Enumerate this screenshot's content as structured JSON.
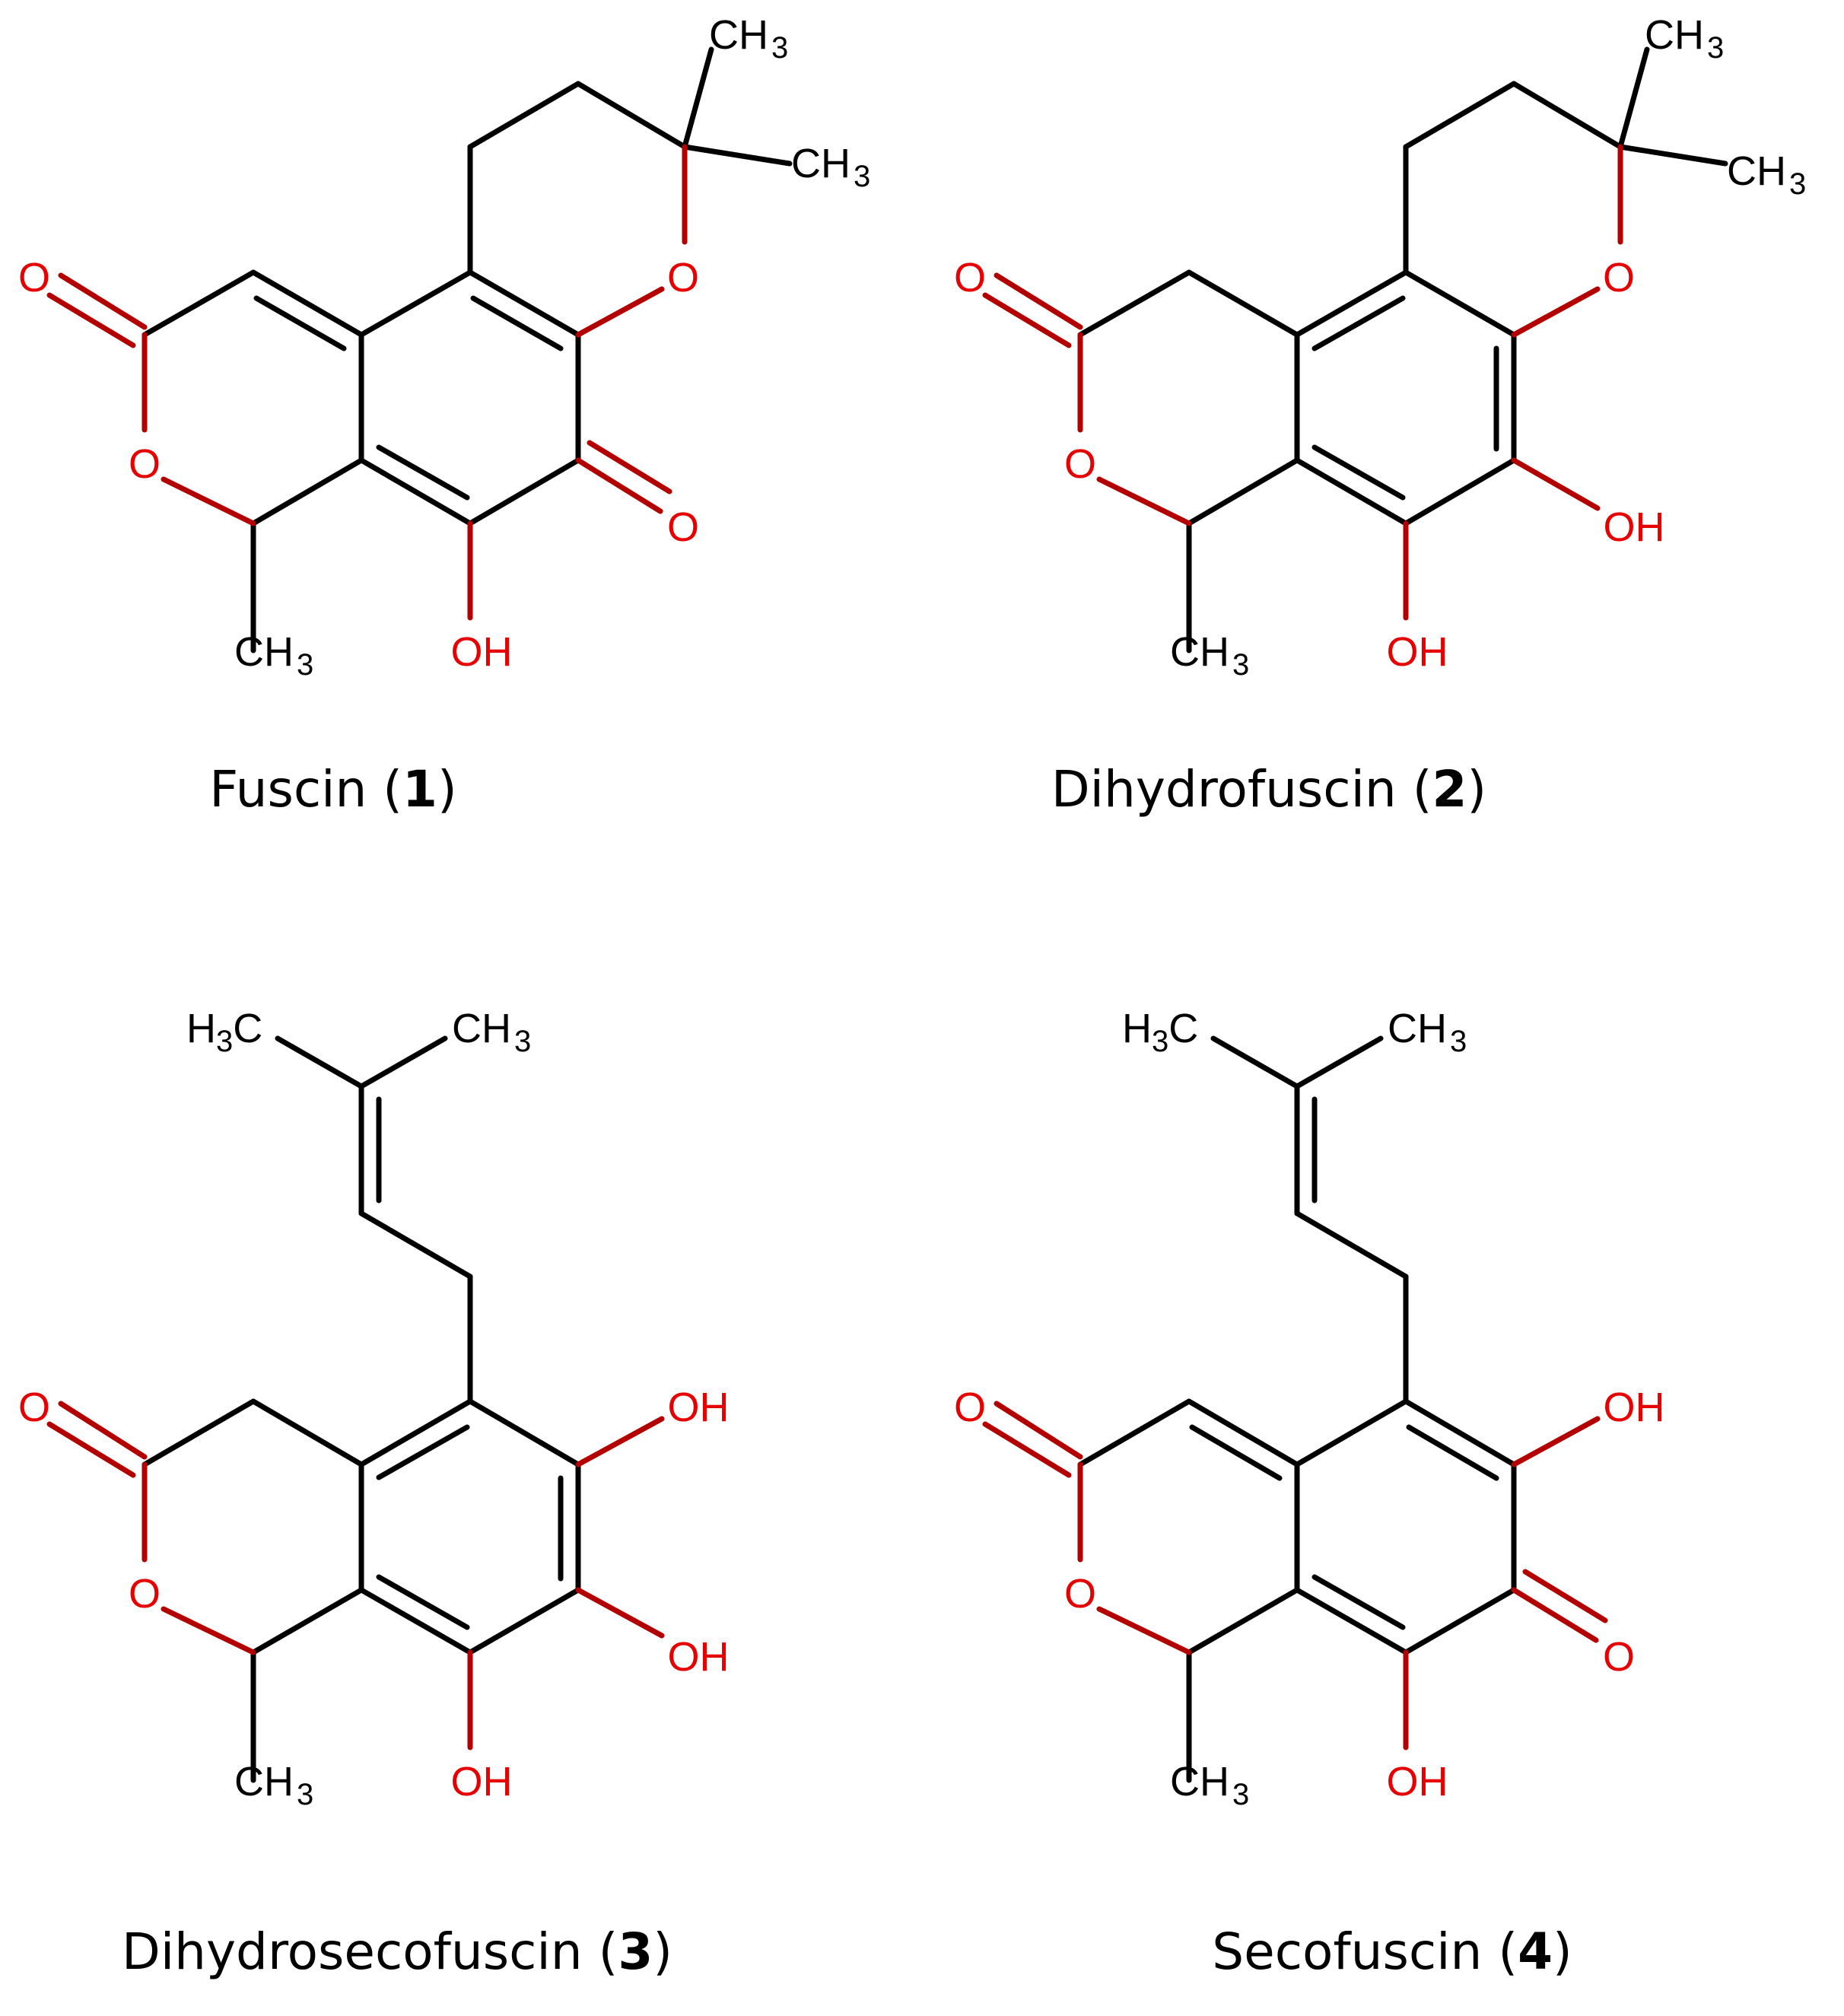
{
  "compounds": [
    {
      "name": "Fuscin",
      "number": "1"
    },
    {
      "name": "Dihydrofuscin",
      "number": "2"
    },
    {
      "name": "Dihydrosecofuscin",
      "number": "3"
    },
    {
      "name": "Secofuscin",
      "number": "4"
    }
  ],
  "labels": {
    "o": "O",
    "oh": "OH",
    "c": "C",
    "h": "H",
    "ch": "CH",
    "three": "3",
    "open_paren": "(",
    "close_paren": ")"
  },
  "colors": {
    "bond": "#000000",
    "oxygen_bond": "#b30000",
    "oxygen_label": "#e60000"
  }
}
